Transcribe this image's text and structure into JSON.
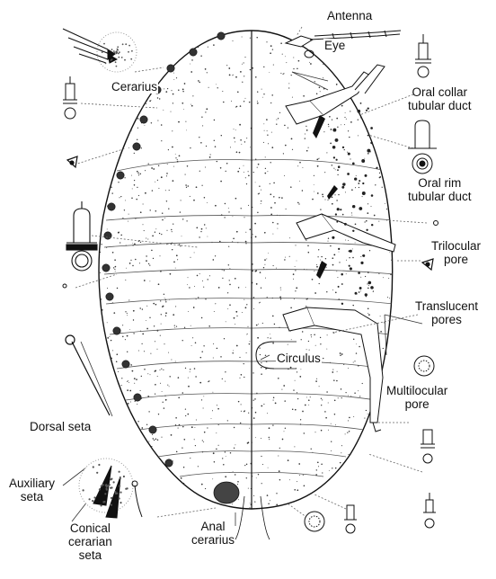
{
  "labels": {
    "antenna": "Antenna",
    "eye": "Eye",
    "cerarius": "Cerarius",
    "oral_collar": "Oral collar\ntubular duct",
    "oral_rim": "Oral rim\ntubular duct",
    "trilocular": "Trilocular\npore",
    "translucent": "Translucent\npores",
    "circulus": "Circulus",
    "multilocular": "Multilocular\npore",
    "dorsal_seta": "Dorsal seta",
    "auxiliary_seta": "Auxiliary\nseta",
    "conical_cerarian_seta": "Conical\ncerarian\nseta",
    "anal_cerarius": "Anal\ncerarius"
  }
}
